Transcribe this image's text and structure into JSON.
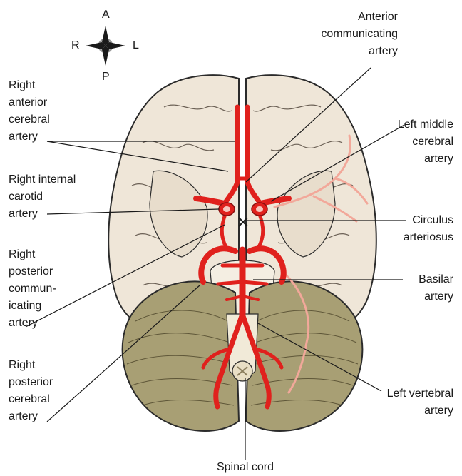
{
  "compass": {
    "anterior": "A",
    "posterior": "P",
    "right": "R",
    "left": "L"
  },
  "labels": {
    "anterior_communicating": [
      "Anterior",
      "communicating",
      "artery"
    ],
    "right_anterior_cerebral": [
      "Right",
      "anterior",
      "cerebral",
      "artery"
    ],
    "left_middle_cerebral": [
      "Left middle",
      "cerebral",
      "artery"
    ],
    "right_internal_carotid": [
      "Right internal",
      "carotid",
      "artery"
    ],
    "circulus_arteriosus": [
      "Circulus",
      "arteriosus"
    ],
    "right_posterior_communicating": [
      "Right",
      "posterior",
      "commun-",
      "icating",
      "artery"
    ],
    "basilar": [
      "Basilar",
      "artery"
    ],
    "right_posterior_cerebral": [
      "Right",
      "posterior",
      "cerebral",
      "artery"
    ],
    "left_vertebral": [
      "Left vertebral",
      "artery"
    ],
    "spinal_cord": [
      "Spinal cord"
    ]
  },
  "colors": {
    "brain": "#efe6d8",
    "brain_outline": "#2b2b2b",
    "cerebellum": "#a89f74",
    "artery": "#e0211d",
    "artery_faint": "#f2a89a"
  }
}
